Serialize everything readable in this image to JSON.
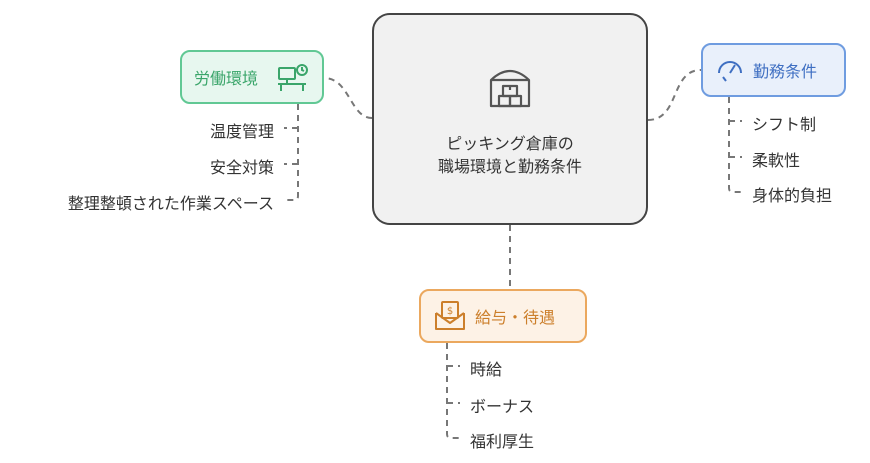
{
  "center": {
    "title_line1": "ピッキング倉庫の",
    "title_line2": "職場環境と勤務条件",
    "icon": "warehouse-icon"
  },
  "branches": {
    "labor": {
      "label": "労働環境",
      "icon": "workstation-icon",
      "color": "#61c894",
      "items": [
        "温度管理",
        "安全対策",
        "整理整頓された作業スペース"
      ]
    },
    "work": {
      "label": "勤務条件",
      "icon": "clock-icon",
      "color": "#6f9ce0",
      "items": [
        "シフト制",
        "柔軟性",
        "身体的負担"
      ]
    },
    "pay": {
      "label": "給与・待遇",
      "icon": "pay-envelope-icon",
      "color": "#eba85e",
      "items": [
        "時給",
        "ボーナス",
        "福利厚生"
      ]
    }
  },
  "connector_color": "#777777"
}
